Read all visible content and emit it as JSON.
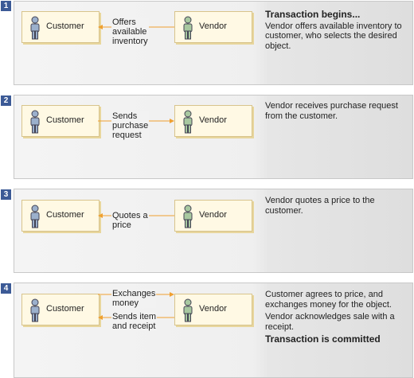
{
  "actors": {
    "customer": "Customer",
    "vendor": "Vendor"
  },
  "colors": {
    "badge": "#3c5a96",
    "actor_box": "#fff9e4",
    "arrow": "#f0a030",
    "customer_figure": "#9bb0cc",
    "vendor_figure": "#a8c8a0"
  },
  "steps": [
    {
      "number": "1",
      "arrows": [
        "Offers\navailable\ninventory"
      ],
      "heading": "Transaction begins...",
      "paragraphs": [
        "Vendor offers available inventory to customer, who selects the desired object."
      ]
    },
    {
      "number": "2",
      "arrows": [
        "Sends\npurchase\nrequest"
      ],
      "paragraphs": [
        "Vendor receives purchase request from the customer."
      ]
    },
    {
      "number": "3",
      "arrows": [
        "Quotes a\nprice"
      ],
      "paragraphs": [
        "Vendor quotes a price to the customer."
      ]
    },
    {
      "number": "4",
      "arrows": [
        "Exchanges\nmoney",
        "Sends item\nand receipt"
      ],
      "paragraphs": [
        "Customer agrees to price, and exchanges money for the object.",
        "Vendor acknowledges sale with a receipt."
      ],
      "footer": "Transaction is committed"
    }
  ]
}
